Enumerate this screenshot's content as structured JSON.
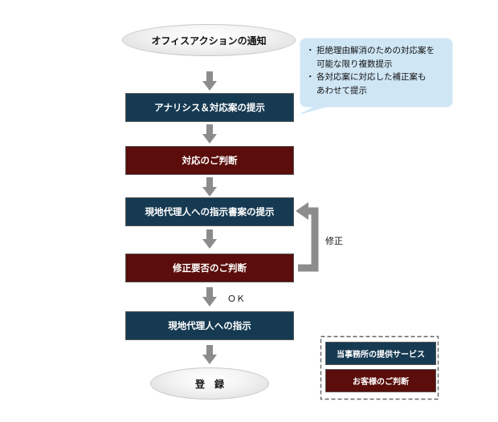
{
  "flow": {
    "start": "オフィスアクションの通知",
    "step1": "アナリシス＆対応案の提示",
    "step2": "対応のご判断",
    "step3": "現地代理人への指示書案の提示",
    "step4": "修正要否のご判断",
    "step5": "現地代理人への指示",
    "end": "登　録"
  },
  "callout": {
    "bullet": "・",
    "items": [
      {
        "line1": "拒絶理由解消のための対応案を",
        "line2": "可能な限り複数提示"
      },
      {
        "line1": "各対応案に対応した補正案も",
        "line2": "あわせて提示"
      }
    ]
  },
  "labels": {
    "revise": "修正",
    "ok": "ＯＫ"
  },
  "legend": {
    "our_service": "当事務所の提供サービス",
    "client_decision": "お客様のご判断"
  },
  "colors": {
    "navy": "#163a52",
    "maroon": "#5a0d0a",
    "arrow": "#8c8c8c",
    "callout_bg": "#cfe6f5"
  }
}
